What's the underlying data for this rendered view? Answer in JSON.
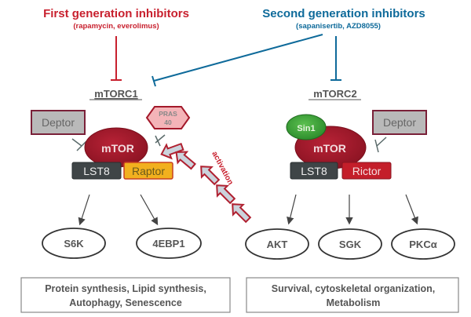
{
  "colors": {
    "first_gen": "#c8202e",
    "second_gen": "#0e6a9a",
    "mtor_fill": "#a3182a",
    "lst8_fill": "#3f4547",
    "raptor_fill": "#f2b01e",
    "rictor_fill": "#c41e2a",
    "deptor_fill": "#b9b9b9",
    "deptor_border": "#7a2038",
    "pras_fill": "#f4b4b8",
    "sin1_fill": "#3da33a",
    "activation": "#c8202e",
    "text_gray": "#555555"
  },
  "inhibitors": {
    "first": {
      "title": "First generation inhibitors",
      "examples": "(rapamycin, everolimus)"
    },
    "second": {
      "title": "Second generation inhibitors",
      "examples": "(sapanisertib, AZD8055)"
    }
  },
  "mtorc1": {
    "label": "mTORC1",
    "core": "mTOR",
    "lst8": "LST8",
    "raptor": "Raptor",
    "deptor": "Deptor",
    "pras40": [
      "PRAS",
      "40"
    ],
    "activation_label": "activation",
    "targets": [
      "S6K",
      "4EBP1"
    ],
    "functions": [
      "Protein synthesis, Lipid synthesis,",
      "Autophagy, Senescence"
    ]
  },
  "mtorc2": {
    "label": "mTORC2",
    "core": "mTOR",
    "lst8": "LST8",
    "rictor": "Rictor",
    "sin1": "Sin1",
    "deptor": "Deptor",
    "targets": [
      "AKT",
      "SGK",
      "PKCα"
    ],
    "functions": [
      "Survival, cytoskeletal organization,",
      "Metabolism"
    ]
  }
}
